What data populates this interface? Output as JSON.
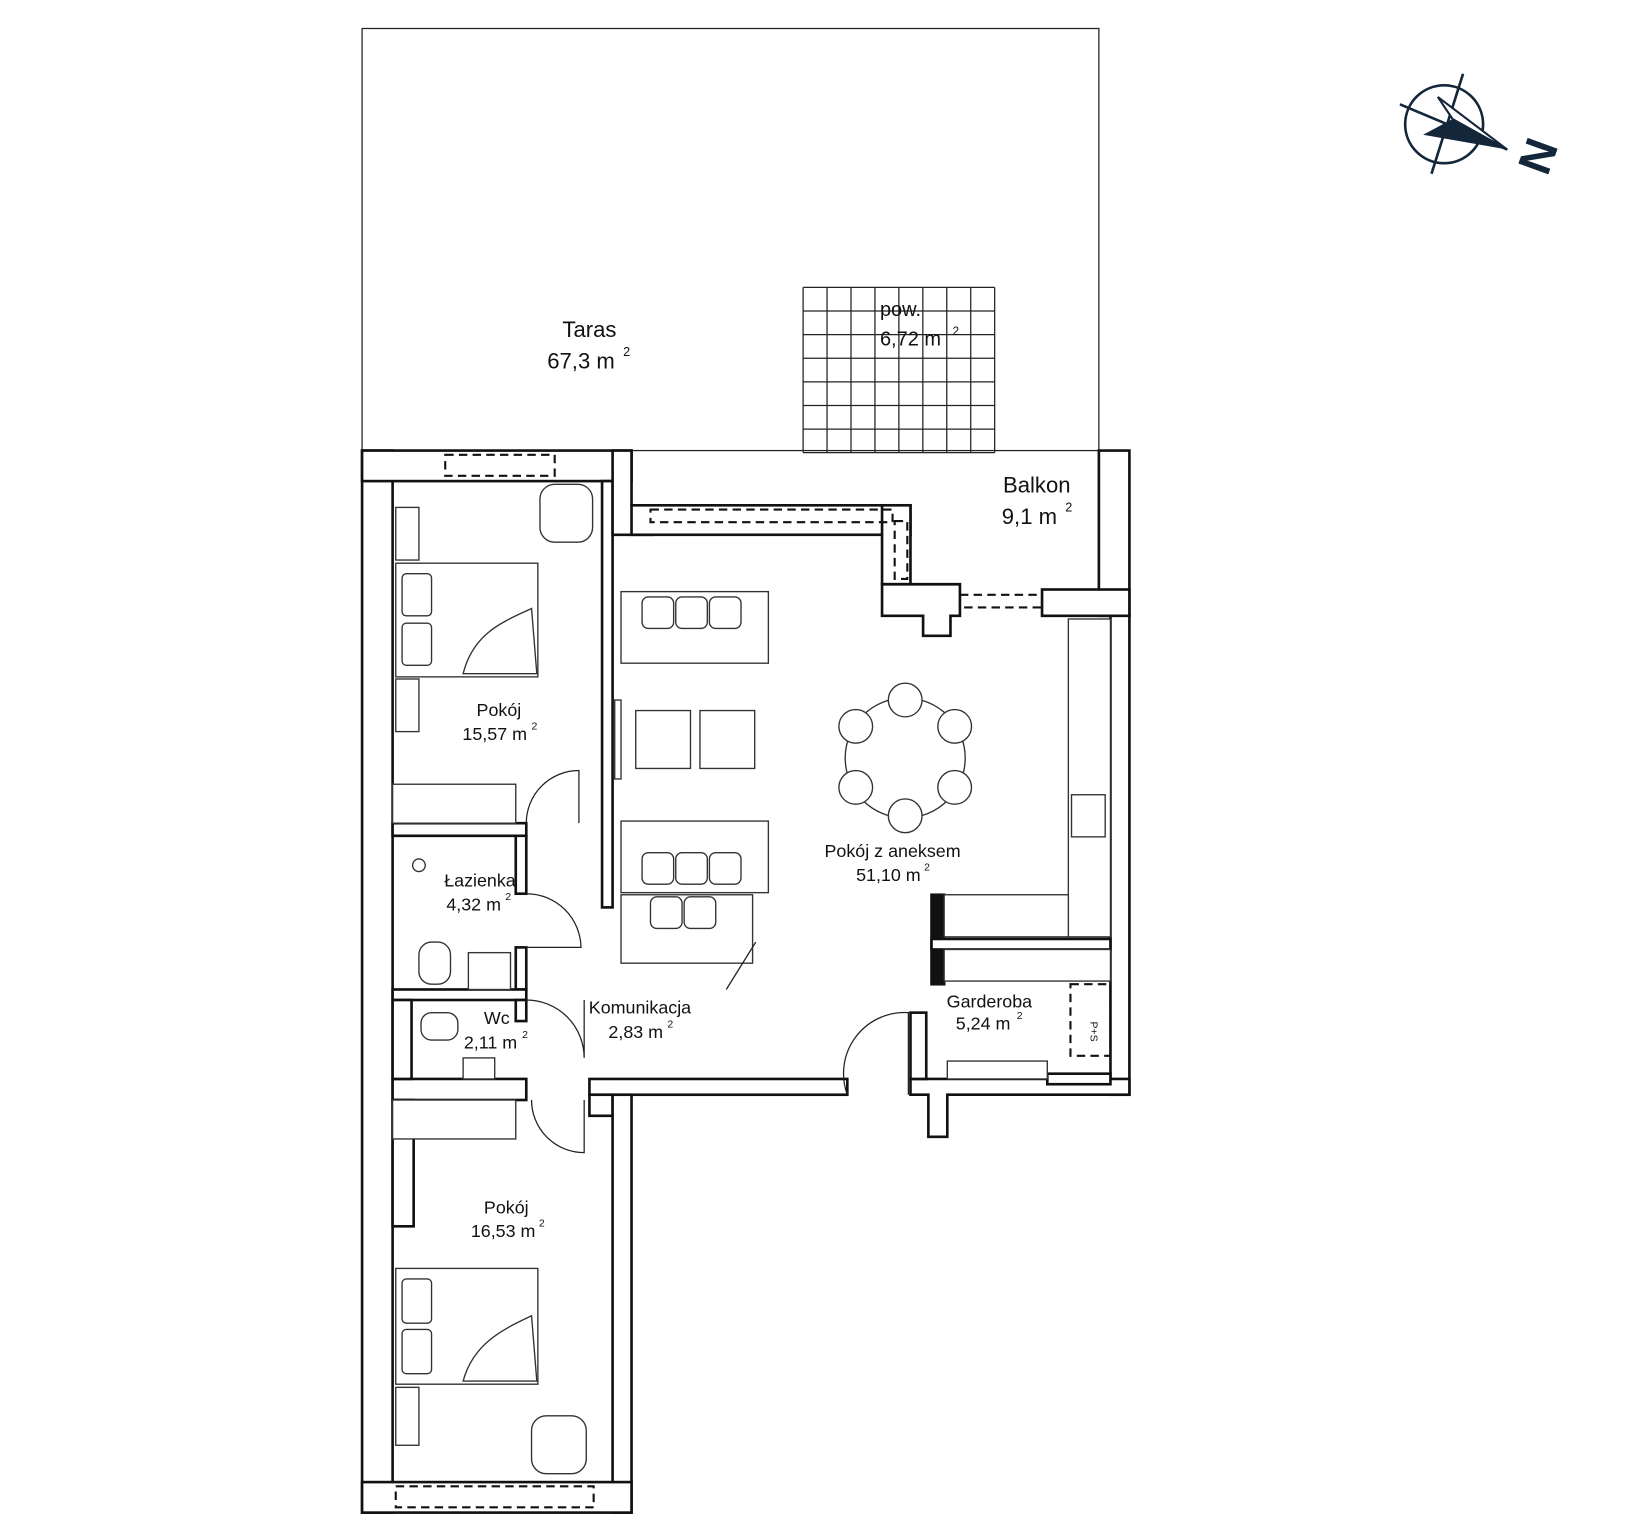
{
  "title": "Floor plan",
  "compass": {
    "label": "N",
    "color": "#14263a"
  },
  "rooms": {
    "taras": {
      "name": "Taras",
      "area": "67,3 m",
      "sup": "2"
    },
    "pow": {
      "name": "pow.",
      "area": "6,72 m",
      "sup": "2"
    },
    "balkon": {
      "name": "Balkon",
      "area": "9,1 m",
      "sup": "2"
    },
    "pokoj1": {
      "name": "Pokój",
      "area": "15,57 m",
      "sup": "2"
    },
    "salon": {
      "name": "Pokój z aneksem",
      "area": "51,10 m",
      "sup": "2"
    },
    "lazienka": {
      "name": "Łazienka",
      "area": "4,32 m",
      "sup": "2"
    },
    "wc": {
      "name": "Wc",
      "area": "2,11 m",
      "sup": "2"
    },
    "komunikacja": {
      "name": "Komunikacja",
      "area": "2,83 m",
      "sup": "2"
    },
    "garderoba": {
      "name": "Garderoba",
      "area": "5,24 m",
      "sup": "2"
    },
    "pokoj2": {
      "name": "Pokój",
      "area": "16,53 m",
      "sup": "2"
    }
  },
  "labels": {
    "ps": "P+S"
  }
}
